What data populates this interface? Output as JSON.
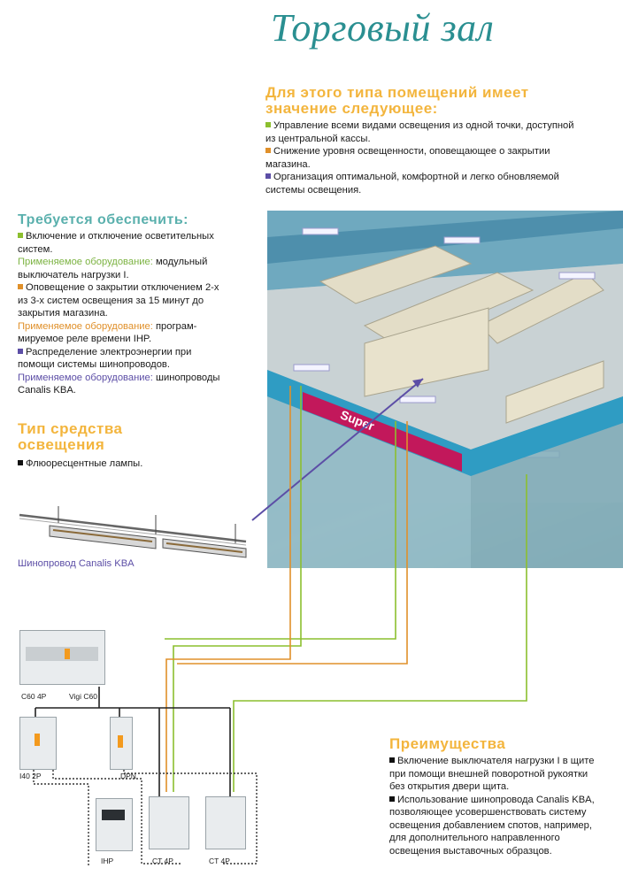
{
  "page": {
    "title": "Торговый зал"
  },
  "importance": {
    "heading_line1": "Для этого типа помещений имеет",
    "heading_line2": "значение следующее:",
    "items": [
      {
        "color": "#8cbf2f",
        "line1": "Управление всеми видами освещения из одной точки, доступной",
        "line2": "из центральной кассы."
      },
      {
        "color": "#e0902a",
        "line1": "Снижение уровня освещенности, оповещающее о закрытии",
        "line2": "магазина."
      },
      {
        "color": "#5c4ea6",
        "line1": "Организация оптимальной, комфортной и легко обновляемой",
        "line2": "системы освещения."
      }
    ]
  },
  "required": {
    "heading": "Требуется обеспечить:",
    "item1_line1": "Включение и отключение осветительных",
    "item1_line2": "систем.",
    "eq1_label": "Применяемое оборудование:",
    "eq1_value1": " модульный",
    "eq1_value2": "выключатель нагрузки I.",
    "item2_line1": "Оповещение о закрытии отключением 2-х",
    "item2_line2": "из 3-х систем освещения за 15 минут до",
    "item2_line3": "закрытия магазина.",
    "eq2_label": "Применяемое оборудование:",
    "eq2_value1": " програм-",
    "eq2_value2": "мируемое реле времени IHP.",
    "item3_line1": "Распределение электроэнергии при",
    "item3_line2": "помощи системы шинопроводов.",
    "eq3_label": "Применяемое оборудование:",
    "eq3_value1": " шинопроводы",
    "eq3_value2": "Canalis KBA."
  },
  "lighting": {
    "heading_line1": "Тип средства",
    "heading_line2": "освещения",
    "item": "Флюоресцентные лампы.",
    "busbar_caption": "Шинопровод Canalis KBA"
  },
  "devices": {
    "c60": "C60 4P",
    "vigi": "Vigi C60",
    "i40": "I40 2P",
    "dpn": "DPN",
    "ihp": "IHP",
    "ct1": "CT 4P",
    "ct2": "CT 4P"
  },
  "store": {
    "sign": "Super"
  },
  "advantages": {
    "heading": "Преимущества",
    "item1_line1": "Включение выключателя нагрузки I в щите",
    "item1_line2": "при помощи внешней поворотной рукоятки",
    "item1_line3": "без открытия двери щита.",
    "item2_line1": "Использование шинопровода Canalis KBA,",
    "item2_line2": "позволяющее усовершенствовать систему",
    "item2_line3": "освещения добавлением спотов, например,",
    "item2_line4": "для дополнительного направленного",
    "item2_line5": "освещения выставочных образцов."
  },
  "colors": {
    "title": "#2a8f91",
    "heading_orange": "#f3b53d",
    "heading_teal": "#5ab0ad",
    "wire_green": "#8cbf2f",
    "wire_orange": "#e0902a",
    "wire_purple": "#5c4ea6"
  }
}
